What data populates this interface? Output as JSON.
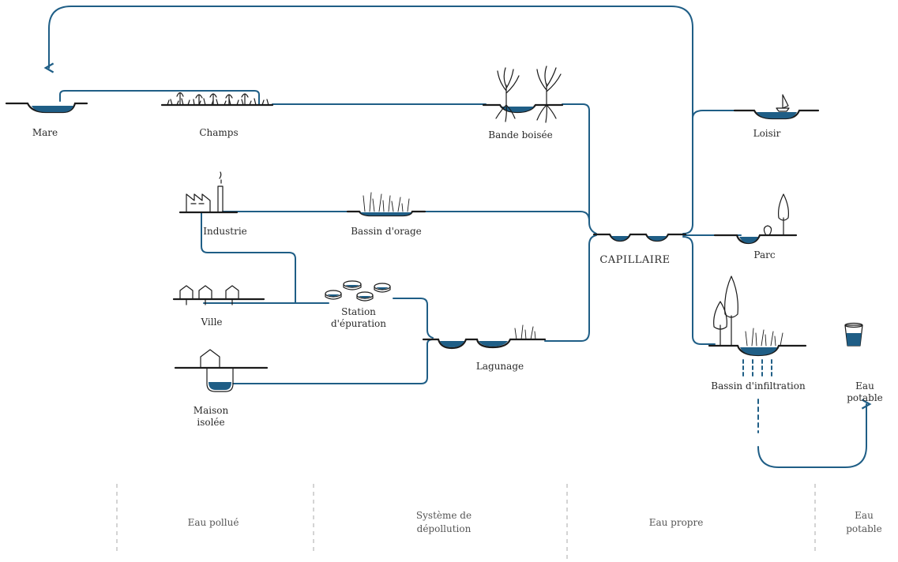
{
  "colors": {
    "water": "#1f5e86",
    "ink": "#1b1b1b",
    "divider": "#aaaaaa"
  },
  "nodes": {
    "mare": "Mare",
    "champs": "Champs",
    "bande_boisee": "Bande boisée",
    "loisir": "Loisir",
    "industrie": "Industrie",
    "bassin_orage": "Bassin d'orage",
    "capillaire": "CAPILLAIRE",
    "parc": "Parc",
    "ville": "Ville",
    "station": "Station\nd'épuration",
    "lagunage": "Lagunage",
    "bassin_infiltration": "Bassin d'infiltration",
    "eau_potable": "Eau potable",
    "maison": "Maison\nisolée"
  },
  "zones": [
    "Eau pollué",
    "Système de\ndépollution",
    "Eau propre",
    "Eau\npotable"
  ],
  "icons": [
    "pond-icon",
    "crop-icon",
    "tree-icon",
    "boat-icon",
    "factory-icon",
    "reed-icon",
    "house-icon",
    "treatment-tank-icon",
    "poplar-icon",
    "water-bucket-icon"
  ]
}
